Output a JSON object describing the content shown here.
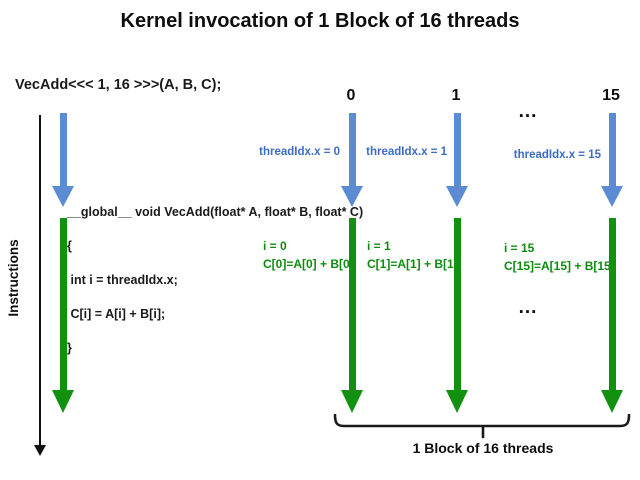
{
  "title": "Kernel invocation of 1 Block of 16 threads",
  "kernel_call": "VecAdd<<< 1, 16 >>>(A, B, C);",
  "axis_label": "Instructions",
  "ellipsis": "...",
  "code": {
    "line1": "__global__ void VecAdd(float* A, float* B, float* C)",
    "line2": "{",
    "line3": " int i = threadIdx.x;",
    "line4": " C[i] = A[i] + B[i];",
    "line5": "}"
  },
  "threads": [
    {
      "index": "0",
      "thread_idx_label": "threadIdx.x = 0",
      "i_label": "i = 0",
      "c_label": "C[0]=A[0] + B[0]"
    },
    {
      "index": "1",
      "thread_idx_label": "threadIdx.x = 1",
      "i_label": "i = 1",
      "c_label": "C[1]=A[1] + B[1]"
    },
    {
      "index": "15",
      "thread_idx_label": "threadIdx.x = 15",
      "i_label": "i = 15",
      "c_label": "C[15]=A[15] + B[15]"
    }
  ],
  "block_label": "1 Block of 16 threads",
  "colors": {
    "arrow_blue": "#5b8bd3",
    "text_blue": "#3c6cc4",
    "arrow_green": "#129110",
    "text_green": "#0e8c10",
    "text_black": "#0d0d0d"
  }
}
